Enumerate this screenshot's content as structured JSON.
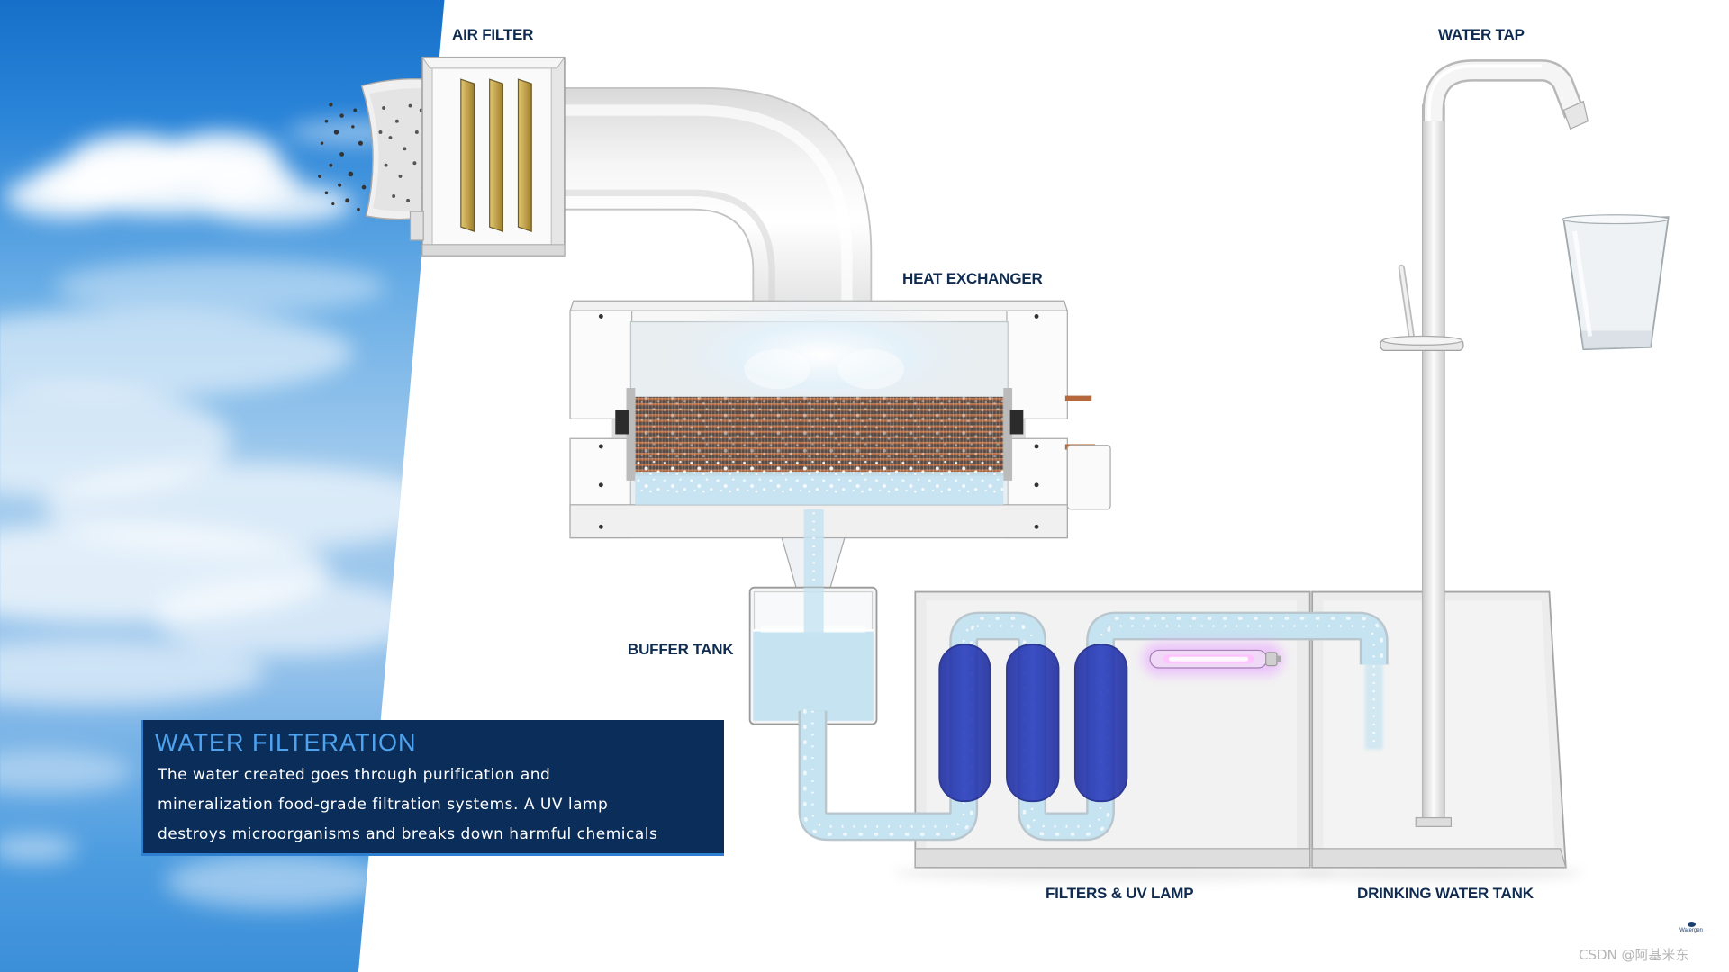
{
  "labels": {
    "air_filter": "AIR FILTER",
    "water_tap": "WATER TAP",
    "heat_exchanger": "HEAT EXCHANGER",
    "buffer_tank": "BUFFER TANK",
    "filters_uv_lamp": "FILTERS & UV LAMP",
    "drinking_water_tank": "DRINKING WATER TANK"
  },
  "info_box": {
    "title": "WATER FILTERATION",
    "lines": [
      "The water created goes through purification and",
      "mineralization food-grade filtration systems. A UV lamp",
      "destroys microorganisms and breaks down harmful chemicals"
    ]
  },
  "logo": {
    "text": "Watergen"
  },
  "watermark": "CSDN @阿基米东",
  "colors": {
    "label": "#0f2b50",
    "panel": "#0b2d5a",
    "panel_title": "#4fa3ee",
    "panel_border": "#2f7fd0",
    "filter_cartridge": "#2c3fbf",
    "uv_glow": "#e7a6ff",
    "water": "#c6e3f1",
    "sky": "#2a84d8",
    "copper": "#b5683c"
  }
}
